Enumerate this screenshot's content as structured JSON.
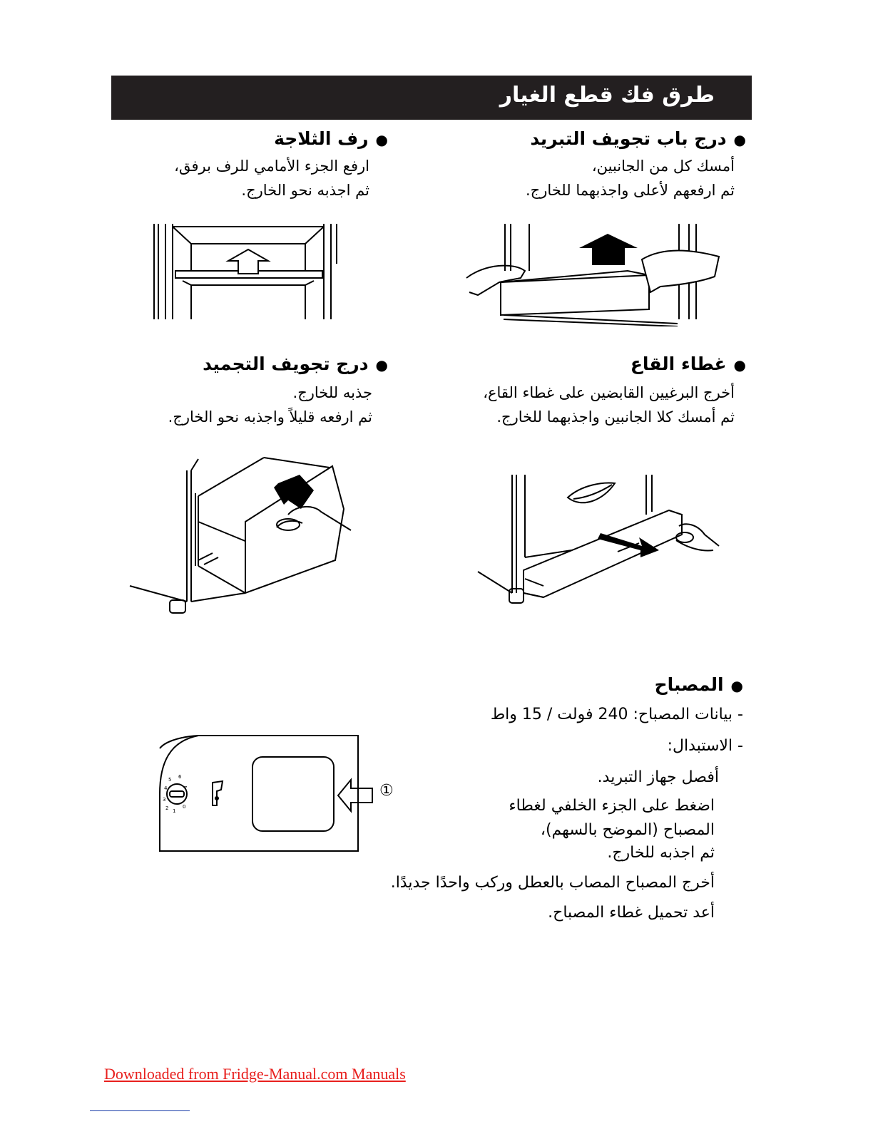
{
  "header": {
    "title": "طرق فك قطع الغيار"
  },
  "sections": {
    "door_bin": {
      "heading": "درج باب تجويف التبريد",
      "lines": [
        "أمسك كل من الجانبين،",
        "ثم ارفعهم لأعلى واجذبهما للخارج."
      ]
    },
    "shelf": {
      "heading": "رف الثلاجة",
      "lines": [
        "ارفع الجزء الأمامي للرف برفق،",
        "ثم اجذبه نحو الخارج."
      ]
    },
    "bottom_cover": {
      "heading": "غطاء القاع",
      "lines": [
        "أخرج البرغيين القابضين على غطاء القاع،",
        "ثم أمسك كلا الجانبين واجذبهما للخارج."
      ]
    },
    "freezer_drawer": {
      "heading": "درج تجويف التجميد",
      "lines": [
        "جذبه للخارج.",
        "ثم ارفعه قليلاً واجذبه نحو الخارج."
      ]
    },
    "lamp": {
      "heading": "المصباح",
      "spec": "- بيانات المصباح: 240 فولت / 15 واط",
      "replace_label": "- الاستبدال:",
      "steps": [
        "أفصل جهاز التبريد.",
        "اضغط على الجزء الخلفي لغطاء",
        "المصباح (الموضح بالسهم)،",
        "ثم اجذبه للخارج.",
        "أخرج المصباح المصاب بالعطل وركب واحدًا جديدًا.",
        "أعد تحميل غطاء المصباح."
      ],
      "callout": "①",
      "dial_marks": [
        "5",
        "6",
        "4",
        "7",
        "3",
        "2",
        "1",
        "0"
      ]
    }
  },
  "footer": {
    "link_text": "Downloaded from Fridge-Manual.com Manuals"
  },
  "colors": {
    "header_bg": "#231f20",
    "footer_link": "#e8201e"
  }
}
